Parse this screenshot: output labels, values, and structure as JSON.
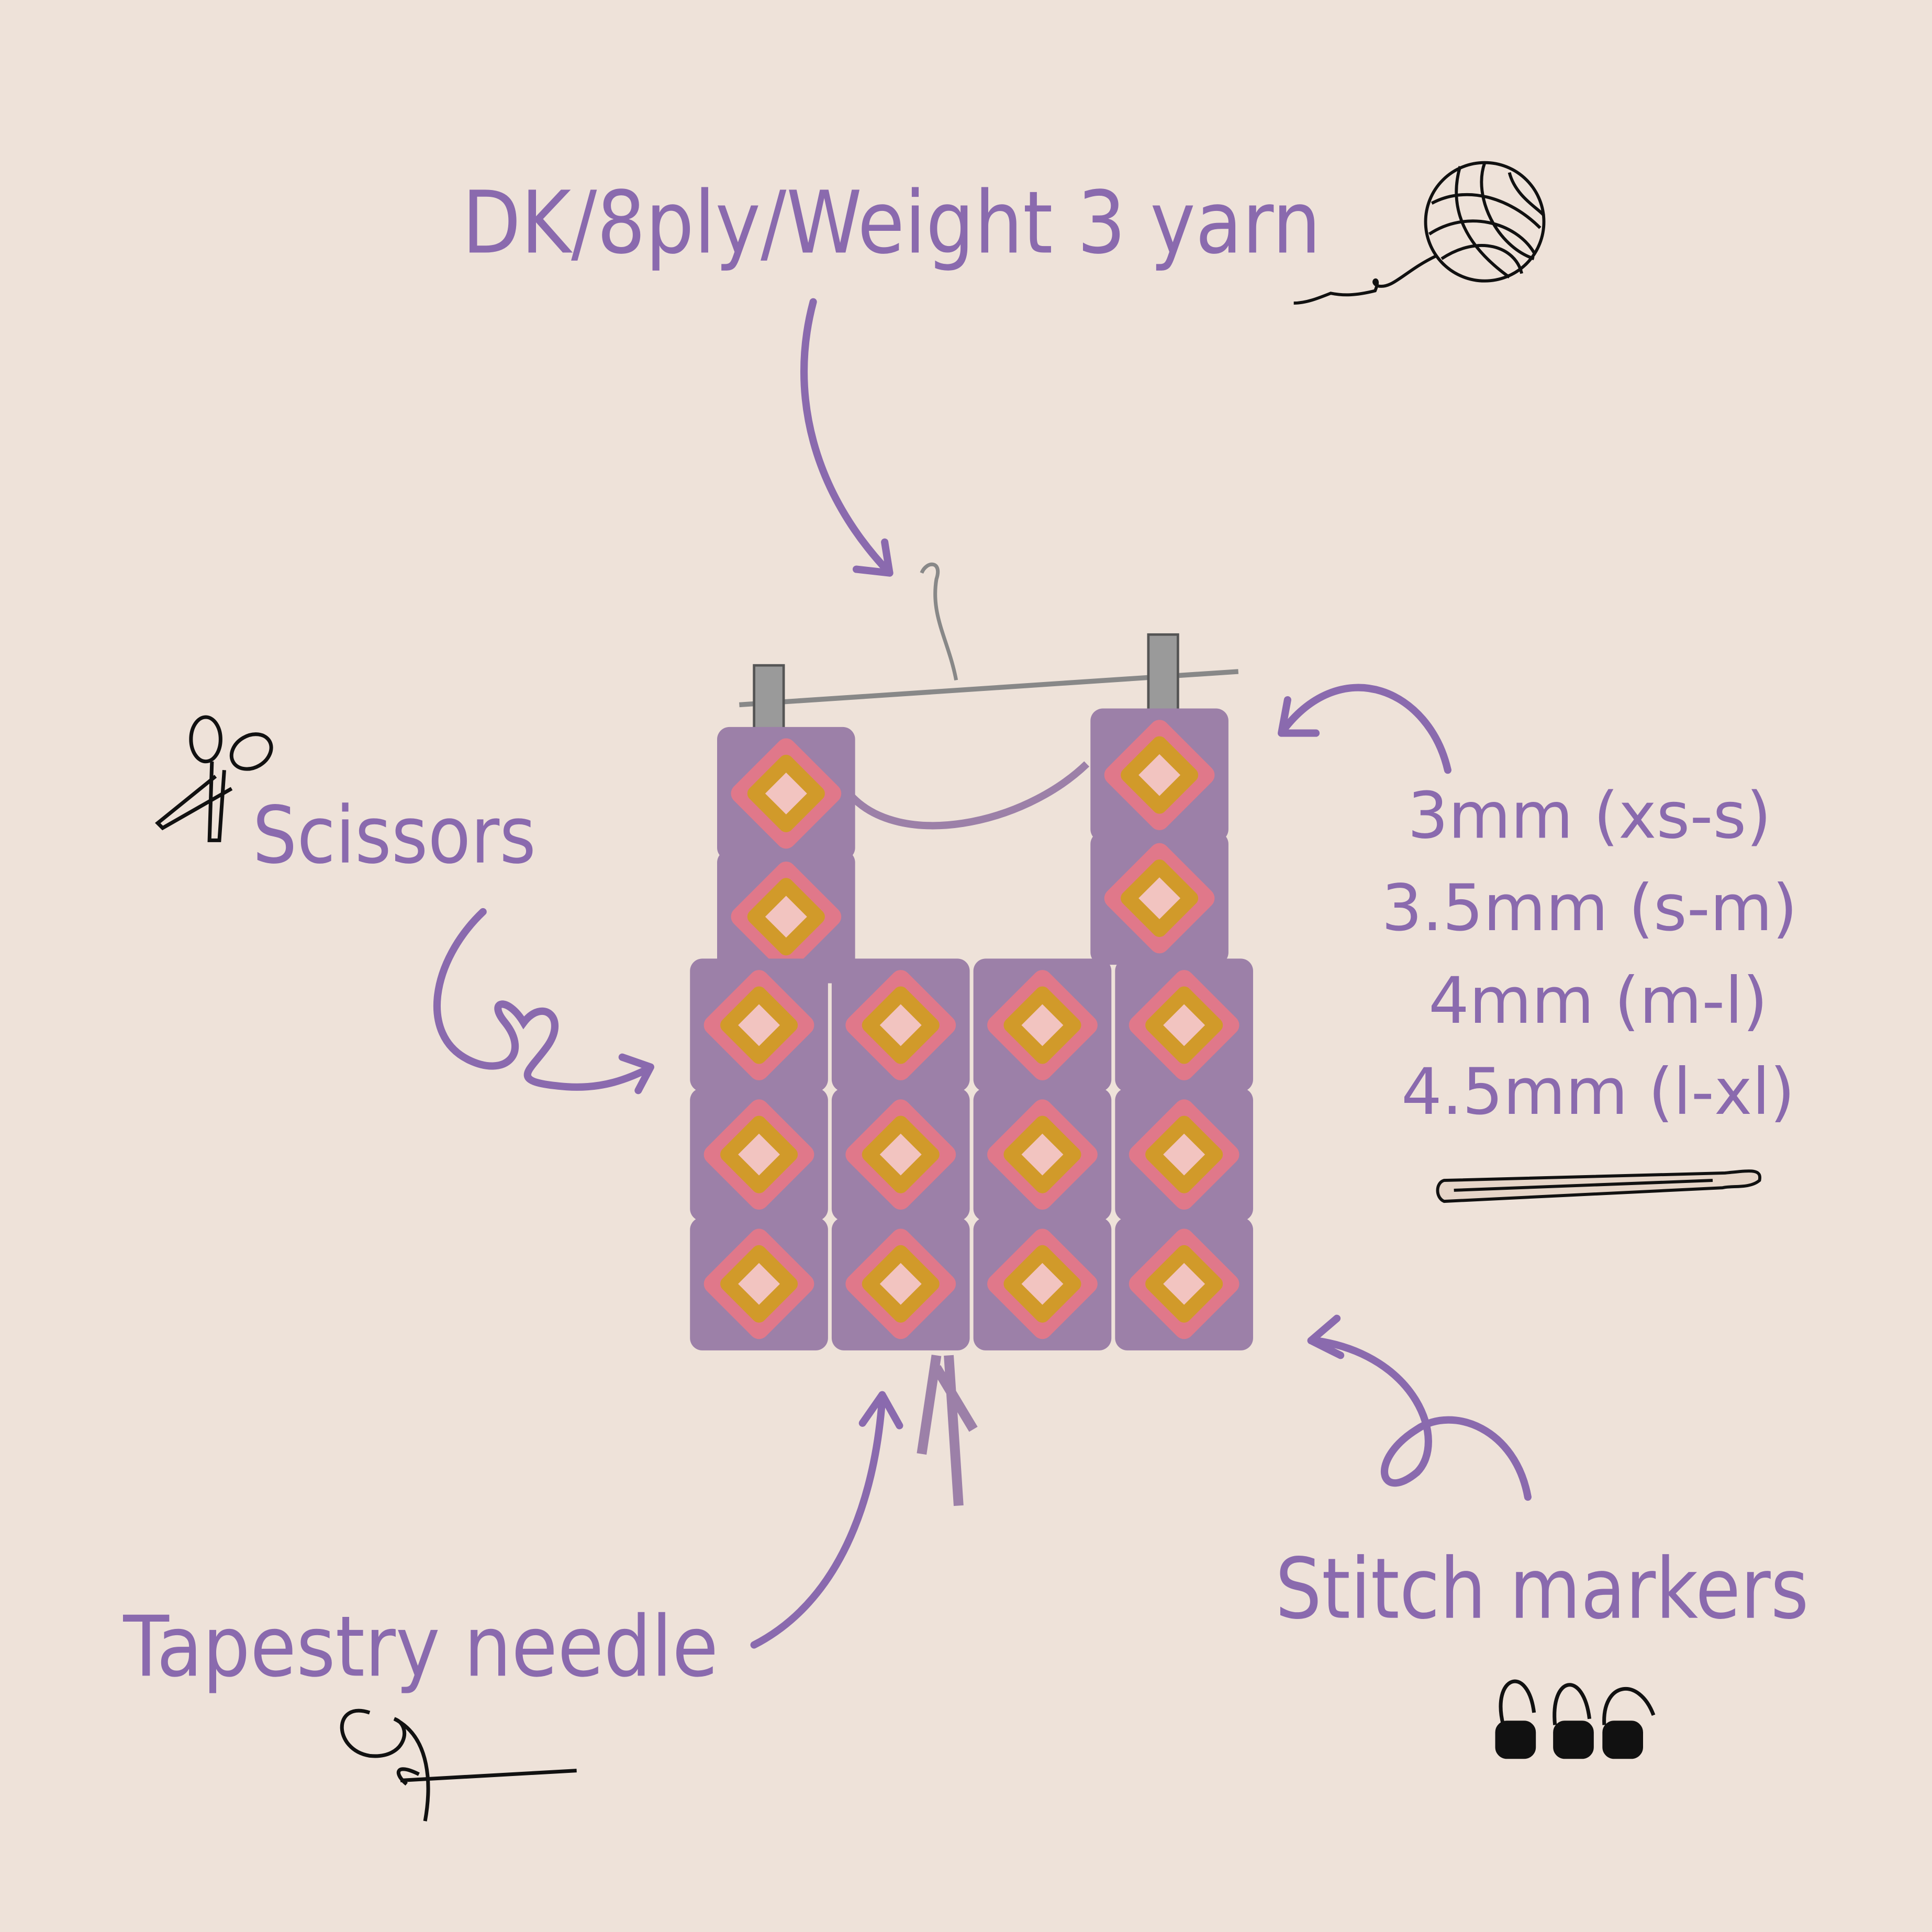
{
  "colors": {
    "background": "#EEE2D9",
    "accent_purple": "#8A6AAE",
    "garment_lilac": "#9C80A8",
    "square_pink": "#E0788A",
    "square_mustard": "#D19A2A",
    "square_center": "#F2C4C0",
    "ink": "#111111"
  },
  "labels": {
    "yarn": "DK/8ply/Weight 3 yarn",
    "scissors": "Scissors",
    "hook_sizes": [
      "3mm (xs-s)",
      "3.5mm (s-m)",
      "4mm (m-l)",
      "4.5mm (l-xl)"
    ],
    "stitch_markers": "Stitch markers",
    "tapestry_needle": "Tapestry needle"
  }
}
